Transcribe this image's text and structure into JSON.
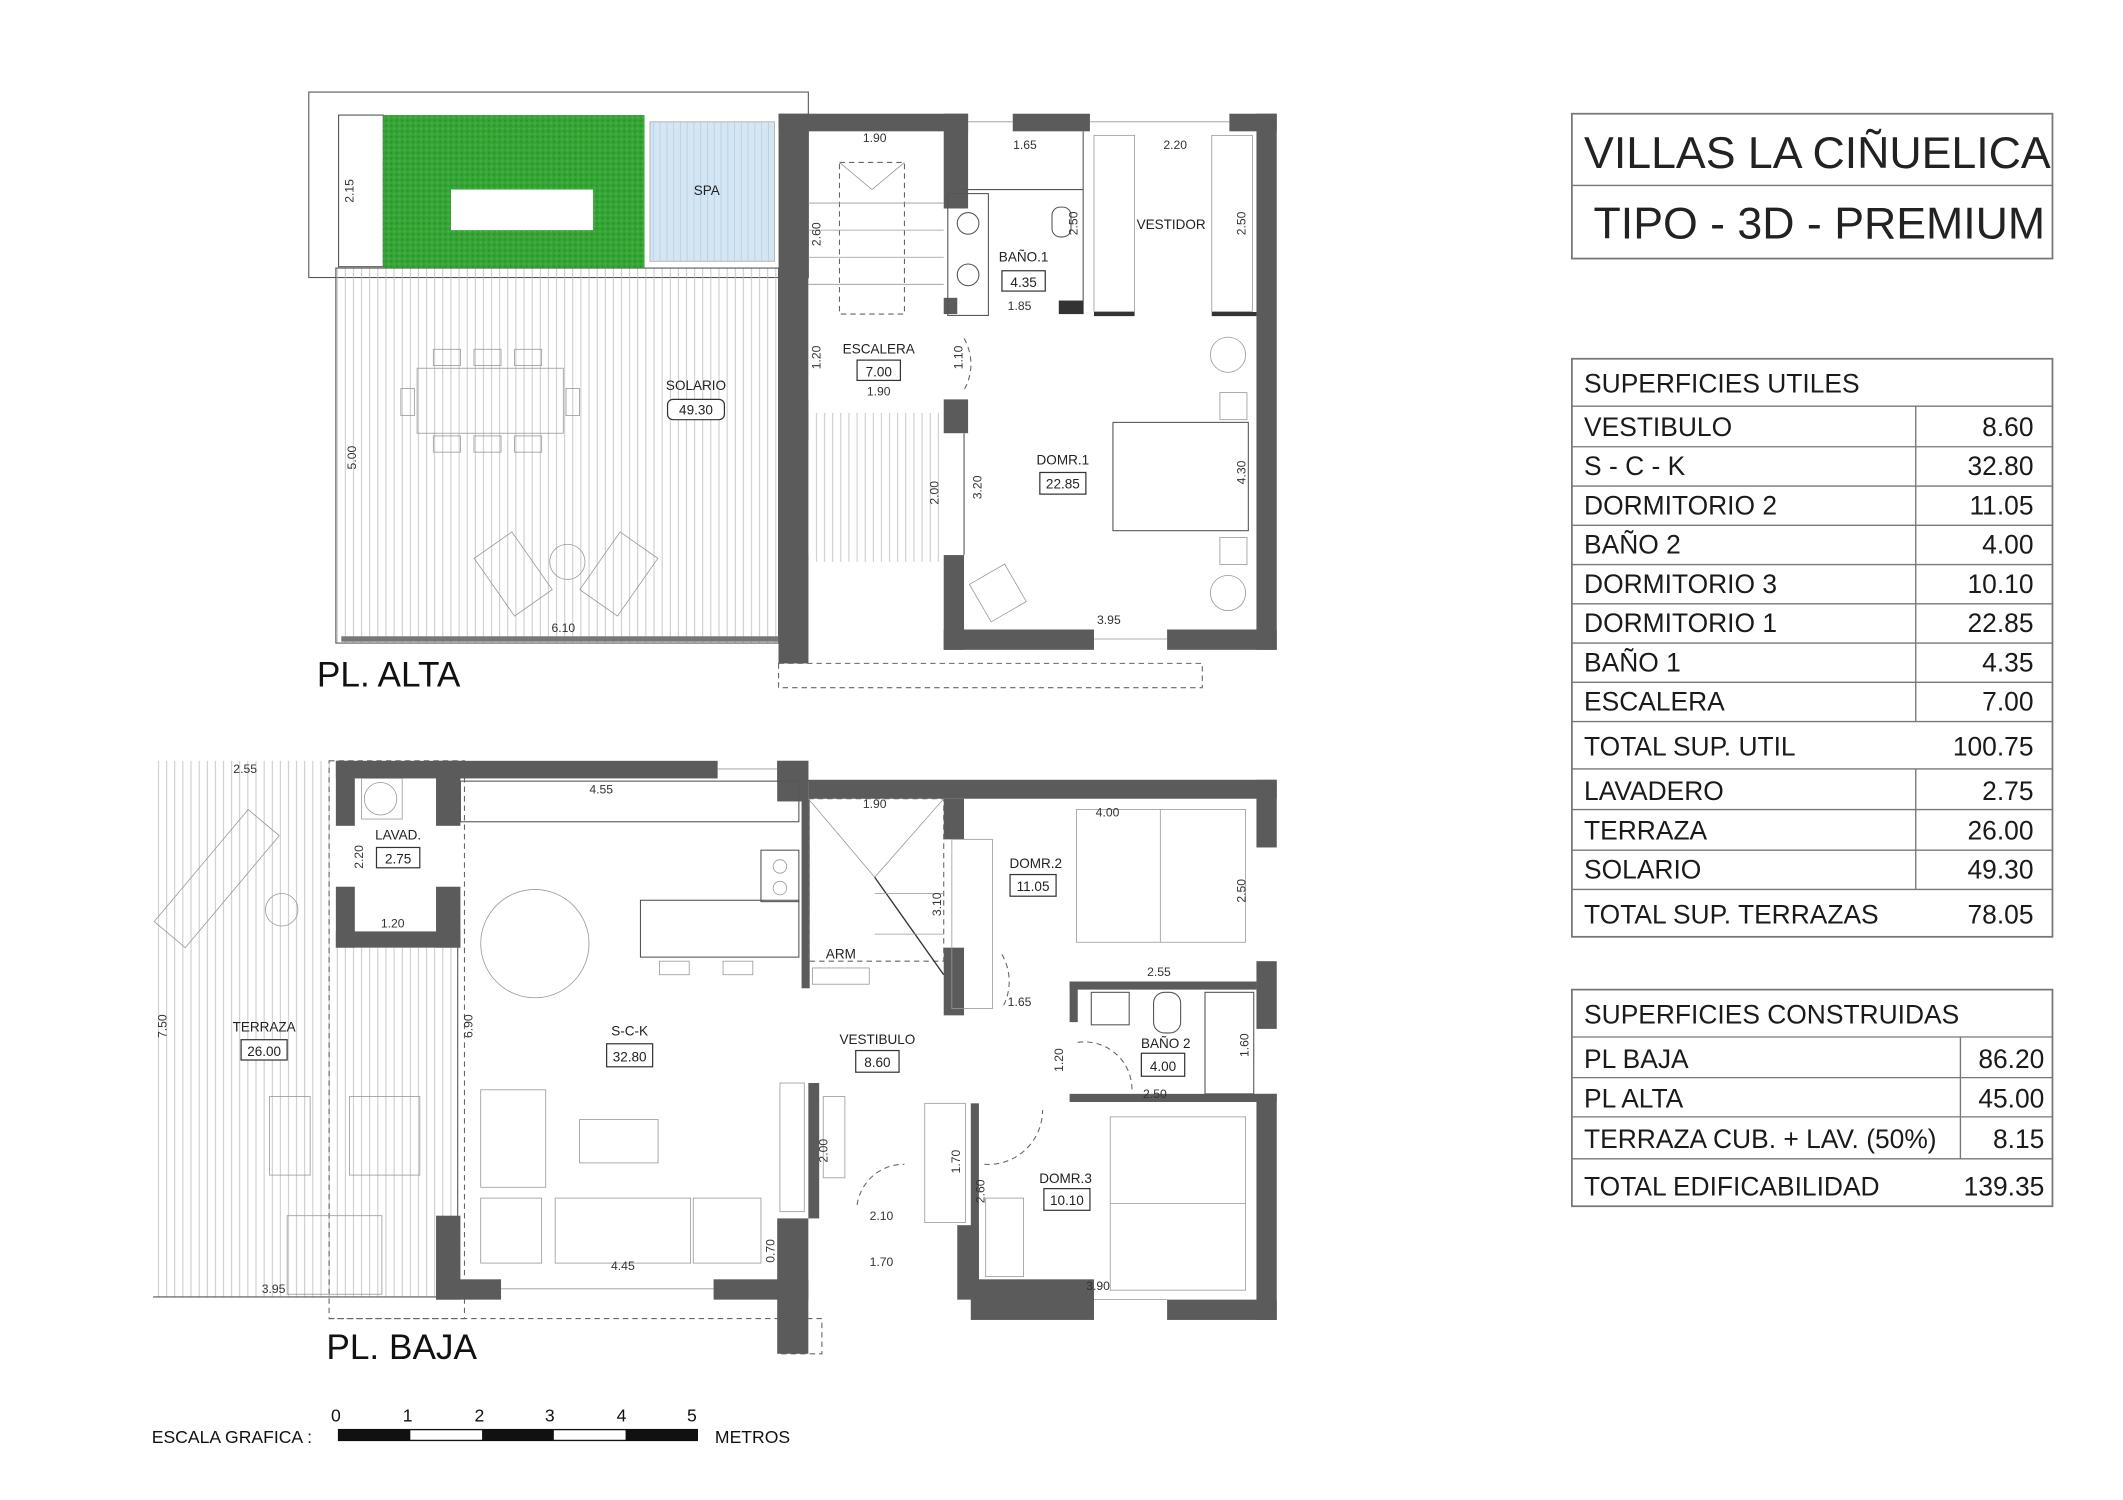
{
  "title": {
    "line1": "VILLAS LA CIÑUELICA",
    "line2": "TIPO - 3D - PREMIUM"
  },
  "superficies_utiles": {
    "header": "SUPERFICIES UTILES",
    "rows": [
      {
        "label": "VESTIBULO",
        "value": "8.60"
      },
      {
        "label": "S - C - K",
        "value": "32.80"
      },
      {
        "label": "DORMITORIO 2",
        "value": "11.05"
      },
      {
        "label": "BAÑO 2",
        "value": "4.00"
      },
      {
        "label": "DORMITORIO 3",
        "value": "10.10"
      },
      {
        "label": "DORMITORIO 1",
        "value": "22.85"
      },
      {
        "label": "BAÑO 1",
        "value": "4.35"
      },
      {
        "label": "ESCALERA",
        "value": "7.00"
      }
    ],
    "total_util": {
      "label": "TOTAL SUP. UTIL",
      "value": "100.75"
    },
    "terrazas_rows": [
      {
        "label": "LAVADERO",
        "value": "2.75"
      },
      {
        "label": "TERRAZA",
        "value": "26.00"
      },
      {
        "label": "SOLARIO",
        "value": "49.30"
      }
    ],
    "total_terrazas": {
      "label": "TOTAL SUP. TERRAZAS",
      "value": "78.05"
    }
  },
  "superficies_construidas": {
    "header": "SUPERFICIES CONSTRUIDAS",
    "rows": [
      {
        "label": "PL BAJA",
        "value": "86.20"
      },
      {
        "label": "PL ALTA",
        "value": "45.00"
      },
      {
        "label": "TERRAZA CUB. + LAV. (50%)",
        "value": "8.15"
      }
    ],
    "total": {
      "label": "TOTAL EDIFICABILIDAD",
      "value": "139.35"
    }
  },
  "plan_alta": {
    "label": "PL. ALTA",
    "spa": "SPA",
    "rooms": [
      {
        "name": "SOLARIO",
        "area": "49.30"
      },
      {
        "name": "ESCALERA",
        "area": "7.00"
      },
      {
        "name": "BAÑO.1",
        "area": "4.35"
      },
      {
        "name": "VESTIDOR"
      },
      {
        "name": "DOMR.1",
        "area": "22.85"
      }
    ],
    "dimensions": [
      "1.90",
      "1.65",
      "2.20",
      "2.15",
      "2.60",
      "2.50",
      "2.50",
      "1.85",
      "1.20",
      "1.10",
      "1.90",
      "5.00",
      "2.00",
      "3.20",
      "4.30",
      "6.10",
      "3.95"
    ]
  },
  "plan_baja": {
    "label": "PL. BAJA",
    "rooms": [
      {
        "name": "LAVAD.",
        "area": "2.75"
      },
      {
        "name": "TERRAZA",
        "area": "26.00"
      },
      {
        "name": "S-C-K",
        "area": "32.80"
      },
      {
        "name": "VESTIBULO",
        "area": "8.60"
      },
      {
        "name": "DOMR.2",
        "area": "11.05"
      },
      {
        "name": "BAÑO 2",
        "area": "4.00"
      },
      {
        "name": "DOMR.3",
        "area": "10.10"
      },
      {
        "name": "ARM"
      }
    ],
    "dimensions": [
      "2.55",
      "7.50",
      "3.95",
      "2.20",
      "1.20",
      "4.55",
      "1.90",
      "3.10",
      "4.00",
      "2.50",
      "2.55",
      "1.65",
      "6.90",
      "1.20",
      "1.60",
      "2.50",
      "2.00",
      "1.70",
      "2.60",
      "2.10",
      "0.70",
      "1.70",
      "4.45",
      "3.90"
    ]
  },
  "scale_bar": {
    "label": "ESCALA GRAFICA :",
    "ticks": [
      "0",
      "1",
      "2",
      "3",
      "4",
      "5"
    ],
    "unit": "METROS"
  },
  "colors": {
    "wall": "#5b5b5b",
    "grass": "#35a535",
    "spa": "#d4e6f4"
  }
}
